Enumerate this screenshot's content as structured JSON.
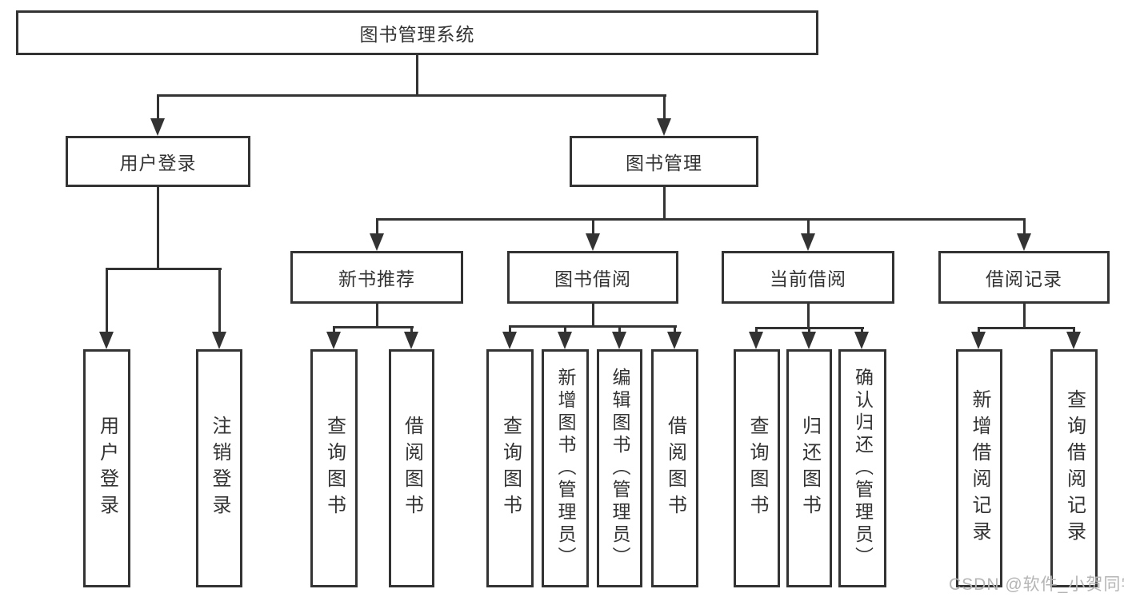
{
  "diagram": {
    "root": {
      "label": "图书管理系统"
    },
    "branches": [
      {
        "label": "用户登录",
        "children": [
          {
            "label": "用户登录"
          },
          {
            "label": "注销登录"
          }
        ]
      },
      {
        "label": "图书管理",
        "groups": [
          {
            "label": "新书推荐",
            "children": [
              {
                "label": "查询图书"
              },
              {
                "label": "借阅图书"
              }
            ]
          },
          {
            "label": "图书借阅",
            "children": [
              {
                "label": "查询图书"
              },
              {
                "label": "新增图书（管理员）"
              },
              {
                "label": "编辑图书（管理员）"
              },
              {
                "label": "借阅图书"
              }
            ]
          },
          {
            "label": "当前借阅",
            "children": [
              {
                "label": "查询图书"
              },
              {
                "label": "归还图书"
              },
              {
                "label": "确认归还（管理员）"
              }
            ]
          },
          {
            "label": "借阅记录",
            "children": [
              {
                "label": "新增借阅记录"
              },
              {
                "label": "查询借阅记录"
              }
            ]
          }
        ]
      }
    ]
  },
  "watermark": {
    "text": "CSDN @软件_小贺同学"
  },
  "colors": {
    "line": "#333333",
    "box_border": "#333333",
    "text": "#333333",
    "watermark": "#b5b5b5",
    "background": "#ffffff"
  }
}
